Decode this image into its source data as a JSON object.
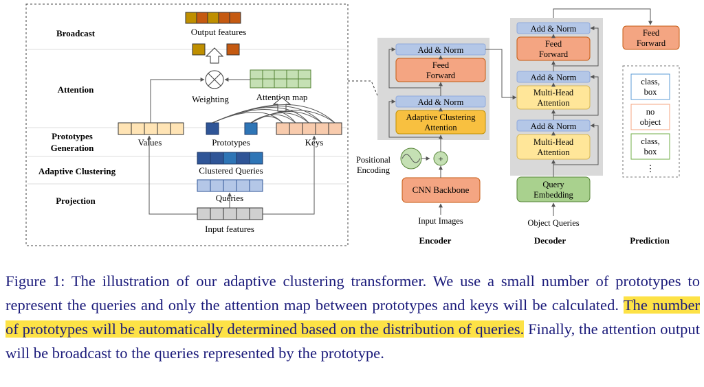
{
  "figure": {
    "left_panel": {
      "row_labels": [
        "Broadcast",
        "Attention",
        "Prototypes",
        "Generation",
        "Adaptive Clustering",
        "Projection"
      ],
      "labels": {
        "output_features": "Output features",
        "weighting": "Weighting",
        "attention_map": "Attention map",
        "values": "Values",
        "prototypes": "Prototypes",
        "keys": "Keys",
        "clustered_queries": "Clustered Queries",
        "queries": "Queries",
        "input_features": "Input features"
      }
    },
    "encoder": {
      "add_norm": "Add & Norm",
      "feed_forward": [
        "Feed",
        "Forward"
      ],
      "adaptive_clustering_attention": [
        "Adaptive Clustering",
        "Attention"
      ],
      "positional_encoding": [
        "Positional",
        "Encoding"
      ],
      "plus": "+",
      "cnn_backbone": "CNN Backbone",
      "input_images": "Input Images",
      "title": "Encoder"
    },
    "decoder": {
      "add_norm": "Add & Norm",
      "feed_forward": [
        "Feed",
        "Forward"
      ],
      "multi_head_attention": [
        "Multi-Head",
        "Attention"
      ],
      "query_embedding": [
        "Query",
        "Embedding"
      ],
      "object_queries": "Object Queries",
      "title": "Decoder"
    },
    "prediction": {
      "feed_forward": [
        "Feed",
        "Forward"
      ],
      "items": [
        [
          "class,",
          "box"
        ],
        [
          "no",
          "object"
        ],
        [
          "class,",
          "box"
        ]
      ],
      "ellipsis": "⋮",
      "title": "Prediction"
    },
    "colors": {
      "add_norm": "#b4c7e7",
      "add_norm_stroke": "#8faadc",
      "feed_forward": "#f4a582",
      "feed_forward_stroke": "#c55a11",
      "attention": "#ffe699",
      "attention_stroke": "#d6b656",
      "adaptive": "#f8c040",
      "query_embedding": "#a9d18e",
      "backbone": "#f4a582",
      "panel": "#d9d9d9",
      "value_cell": "#ffe4b5",
      "key_cell": "#f8cbad",
      "query_cell": "#b4c7e7",
      "clustered_cell": "#2f5597",
      "input_cell": "#d0d0d0",
      "attn_map_cell": "#c5e0b4"
    }
  },
  "caption": {
    "part1": "Figure 1: The illustration of our adaptive clustering transformer. We use a small number of prototypes to represent the queries and only the attention map between prototypes and keys will be calculated.",
    "highlight": "The number of prototypes will be automatically determined based on the distribution of queries.",
    "part2": "Finally, the attention output will be broadcast to the queries represented by the prototype."
  }
}
